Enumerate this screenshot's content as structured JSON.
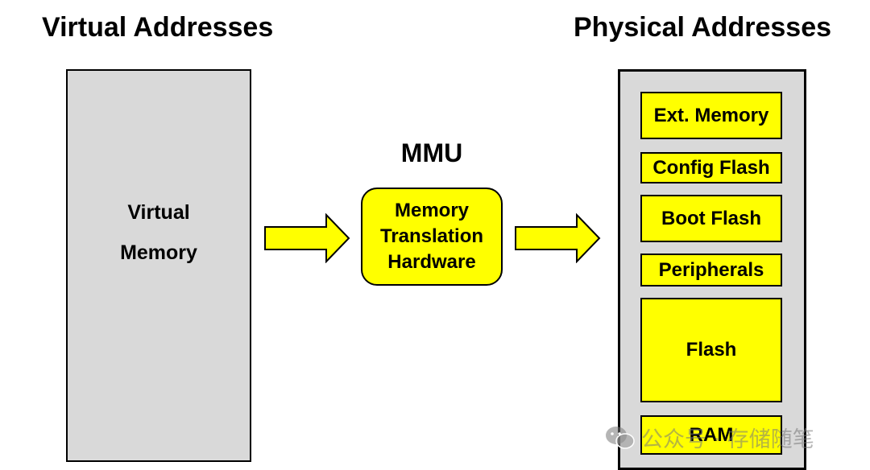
{
  "headings": {
    "virtual": "Virtual Addresses",
    "physical": "Physical Addresses"
  },
  "virtual_memory": {
    "line1": "Virtual",
    "line2": "Memory"
  },
  "mmu": {
    "title": "MMU",
    "lines": [
      "Memory",
      "Translation",
      "Hardware"
    ]
  },
  "physical_regions": [
    "Ext. Memory",
    "Config Flash",
    "Boot Flash",
    "Peripherals",
    "Flash",
    "RAM"
  ],
  "watermark": {
    "text": "公众号 · 存储随笔",
    "icon": "wechat-icon"
  },
  "colors": {
    "box_gray": "#d9d9d9",
    "highlight_yellow": "#ffff00",
    "outline": "#000000"
  }
}
